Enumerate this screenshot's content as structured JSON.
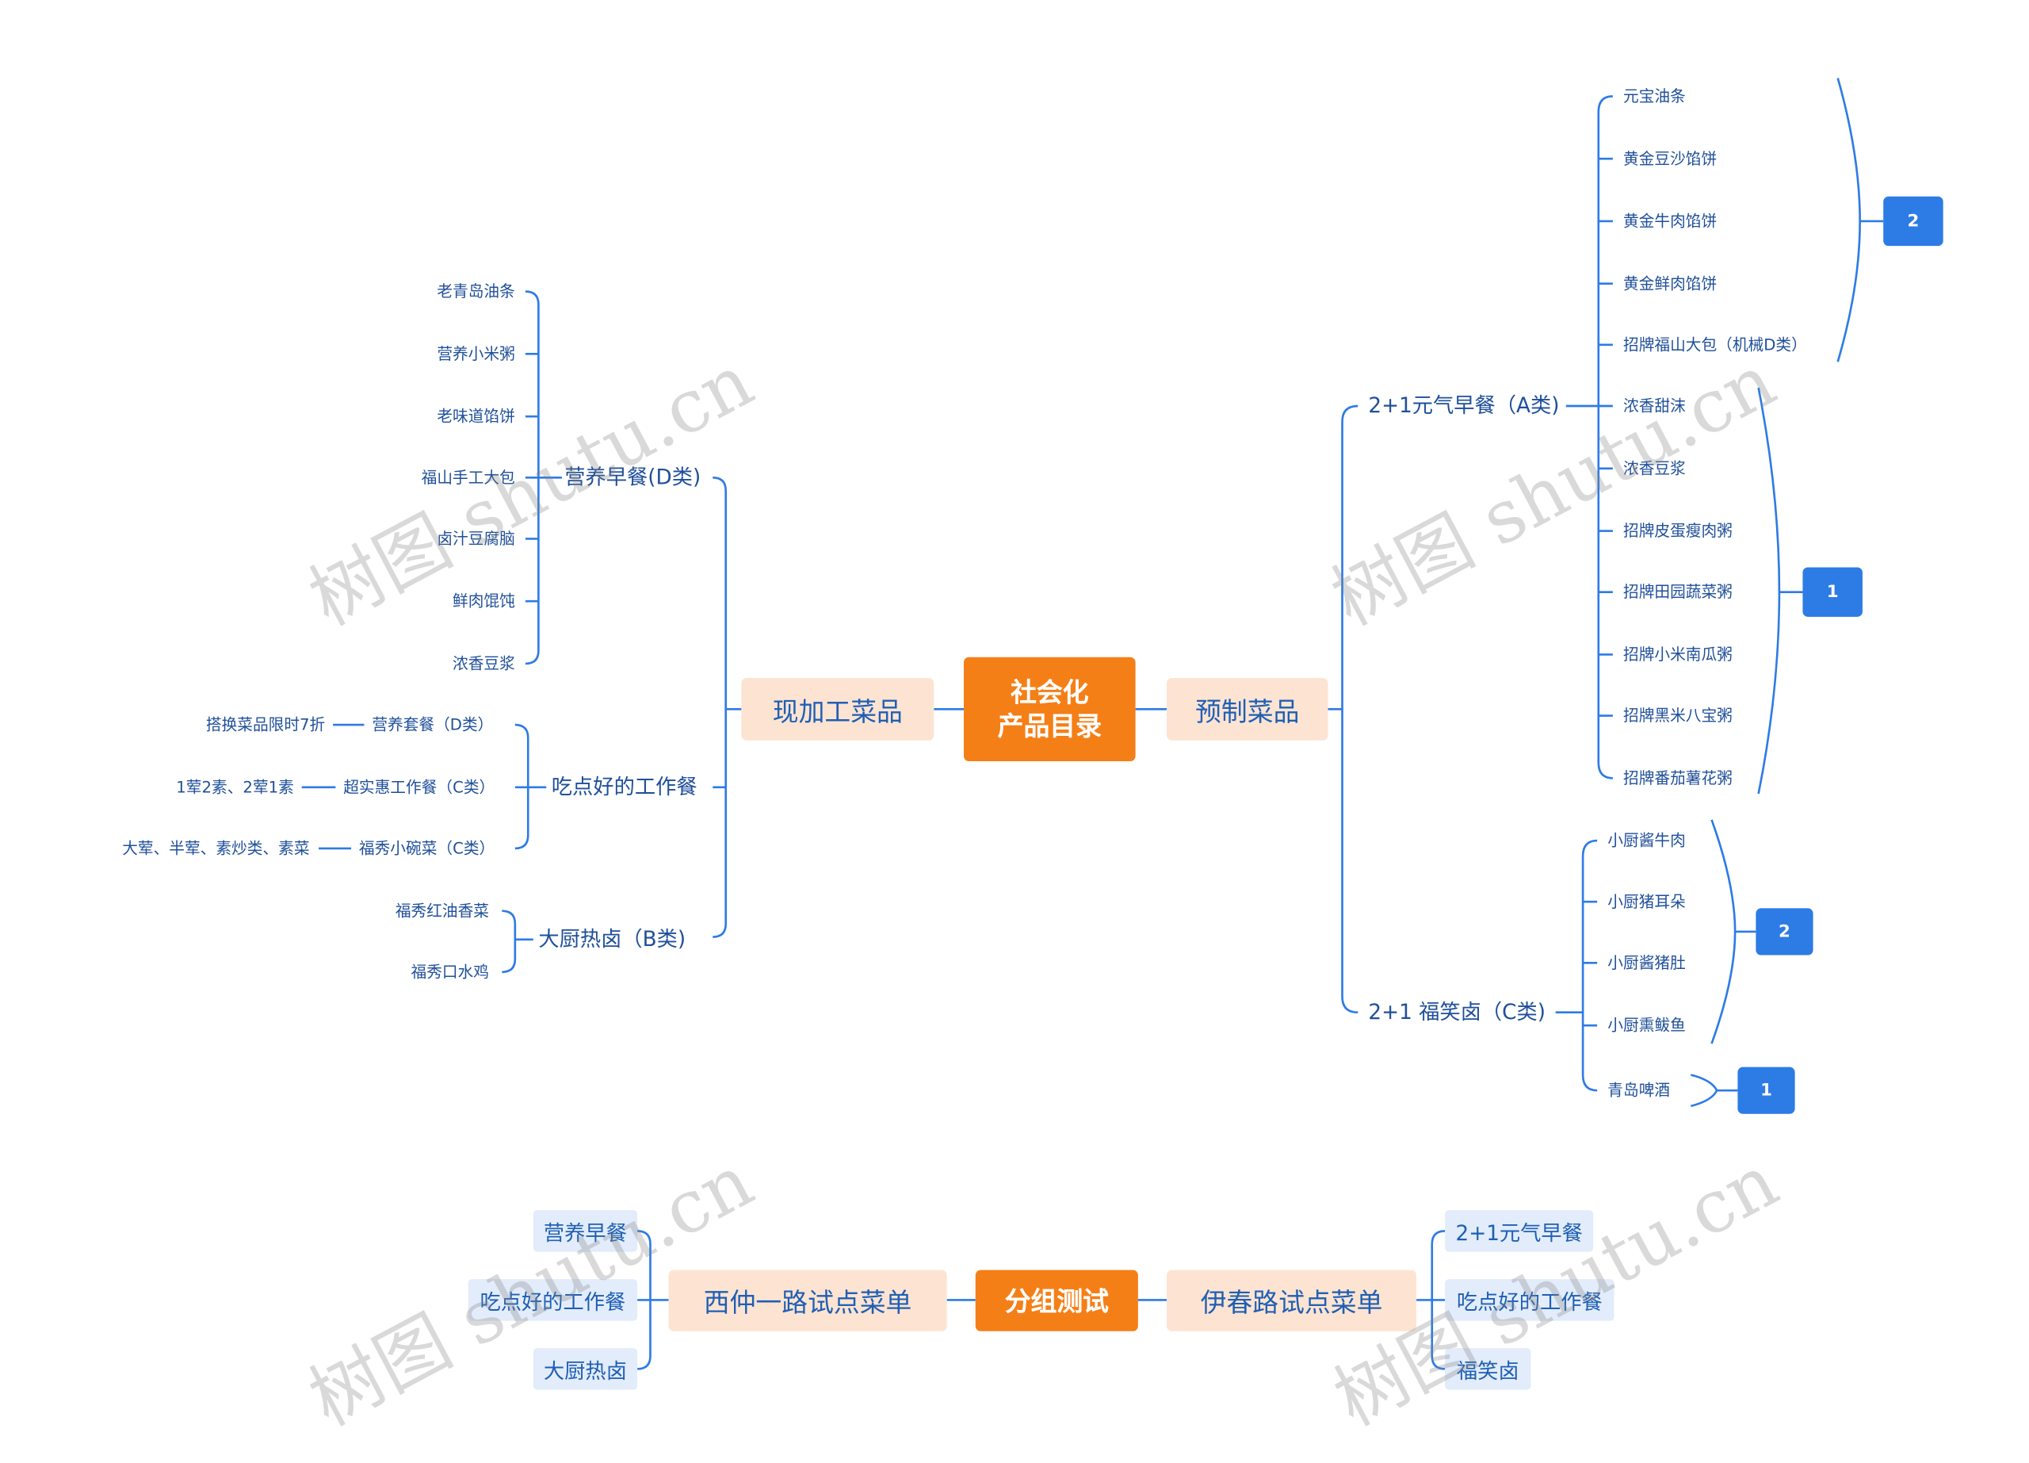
{
  "map1": {
    "root": {
      "line1": "社会化",
      "line2": "产品目录"
    },
    "left_branch": "现加工菜品",
    "right_branch": "预制菜品",
    "yingyang": {
      "label": "营养早餐(D类)",
      "items": [
        "老青岛油条",
        "营养小米粥",
        "老味道馅饼",
        "福山手工大包",
        "卤汁豆腐脑",
        "鲜肉馄饨",
        "浓香豆浆"
      ]
    },
    "gongzuocan": {
      "label": "吃点好的工作餐",
      "items": [
        {
          "name": "营养套餐（D类）",
          "note": "搭换菜品限时7折"
        },
        {
          "name": "超实惠工作餐（C类）",
          "note": "1荤2素、2荤1素"
        },
        {
          "name": "福秀小碗菜（C类）",
          "note": "大荤、半荤、素炒类、素菜"
        }
      ]
    },
    "rechu": {
      "label": "大厨热卤（B类)",
      "items": [
        "福秀红油香菜",
        "福秀口水鸡"
      ]
    },
    "zaocan": {
      "label": "2+1元气早餐（A类)",
      "items": [
        "元宝油条",
        "黄金豆沙馅饼",
        "黄金牛肉馅饼",
        "黄金鲜肉馅饼",
        "招牌福山大包（机械D类）",
        "浓香甜沫",
        "浓香豆浆",
        "招牌皮蛋瘦肉粥",
        "招牌田园蔬菜粥",
        "招牌小米南瓜粥",
        "招牌黑米八宝粥",
        "招牌番茄薯花粥"
      ],
      "badge_a": "2",
      "badge_b": "1"
    },
    "fuxiaolu": {
      "label": "2+1 福笑卤（C类)",
      "items": [
        "小厨酱牛肉",
        "小厨猪耳朵",
        "小厨酱猪肚",
        "小厨熏鲅鱼",
        "青岛啤酒"
      ],
      "badge_a": "2",
      "badge_b": "1"
    }
  },
  "map2": {
    "root": "分组测试",
    "left": {
      "label": "西仲一路试点菜单",
      "items": [
        "营养早餐",
        "吃点好的工作餐",
        "大厨热卤"
      ]
    },
    "right": {
      "label": "伊春路试点菜单",
      "items": [
        "2+1元气早餐",
        "吃点好的工作餐",
        "福笑卤"
      ]
    }
  },
  "watermark": "树图 shutu.cn",
  "colors": {
    "root": "#f57f17",
    "branch_bg": "#fde4d2",
    "sub_bg": "#e2ecfb",
    "line": "#2d7be5",
    "text": "#1f5fb4"
  }
}
